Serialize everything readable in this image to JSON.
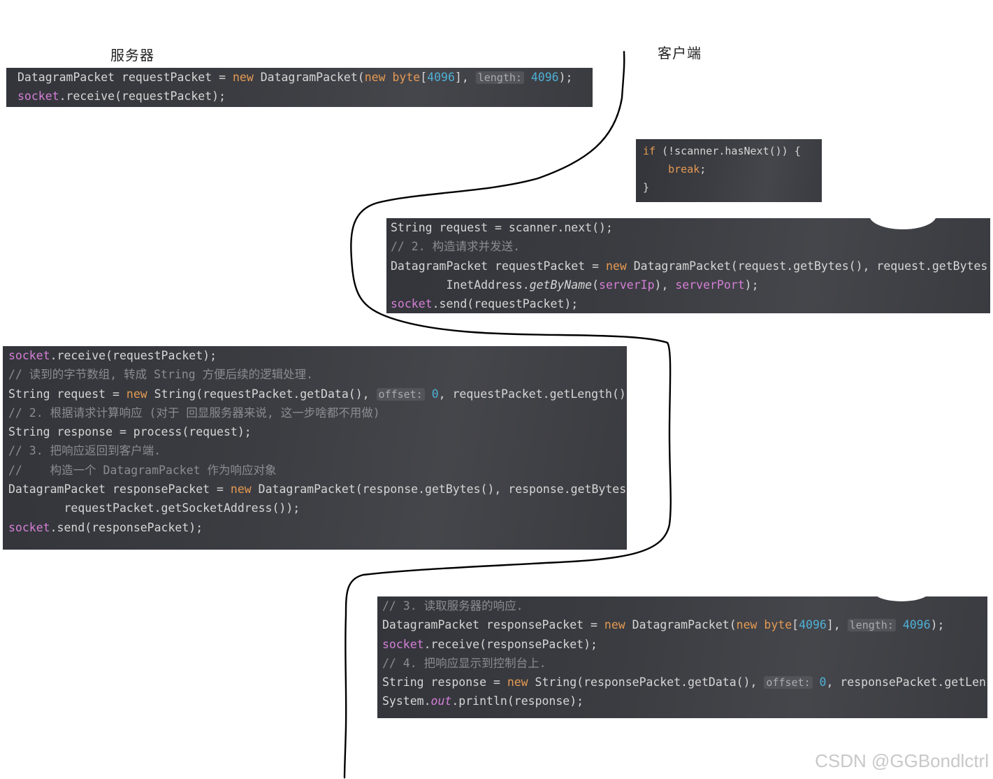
{
  "labels": {
    "server": "服务器",
    "client": "客户端"
  },
  "blocks": {
    "server_receive": [
      [
        [
          "",
          "DatagramPacket requestPacket = "
        ],
        [
          "kw",
          "new"
        ],
        [
          "",
          " DatagramPacket("
        ],
        [
          "kw",
          "new"
        ],
        [
          "",
          " "
        ],
        [
          "kw",
          "byte"
        ],
        [
          "",
          "["
        ],
        [
          "num",
          "4096"
        ],
        [
          "",
          "], "
        ],
        [
          "hint",
          "length:"
        ],
        [
          "",
          " "
        ],
        [
          "num",
          "4096"
        ],
        [
          "",
          ");"
        ]
      ],
      [
        [
          "fld",
          "socket"
        ],
        [
          "",
          ".receive(requestPacket);"
        ]
      ]
    ],
    "client_check": [
      [
        [
          "kw",
          "if"
        ],
        [
          "",
          " (!scanner.hasNext()) {"
        ]
      ],
      [
        [
          "",
          "    "
        ],
        [
          "kw",
          "break"
        ],
        [
          "",
          ";"
        ]
      ],
      [
        [
          "",
          "}"
        ]
      ]
    ],
    "client_send": [
      [
        [
          "",
          "String request = scanner.next();"
        ]
      ],
      [
        [
          "cm",
          "// 2. 构造请求并发送."
        ]
      ],
      [
        [
          "",
          "DatagramPacket requestPacket = "
        ],
        [
          "kw",
          "new"
        ],
        [
          "",
          " DatagramPacket(request.getBytes(), request.getBytes"
        ]
      ],
      [
        [
          "",
          "        InetAddress."
        ],
        [
          "it",
          "getByName"
        ],
        [
          "",
          "("
        ],
        [
          "fld",
          "serverIp"
        ],
        [
          "",
          "), "
        ],
        [
          "fld",
          "serverPort"
        ],
        [
          "",
          ");"
        ]
      ],
      [
        [
          "fld",
          "socket"
        ],
        [
          "",
          ".send(requestPacket);"
        ]
      ]
    ],
    "server_process": [
      [
        [
          "fld",
          "socket"
        ],
        [
          "",
          ".receive(requestPacket);"
        ]
      ],
      [
        [
          "cm",
          "// 读到的字节数组, 转成 String 方便后续的逻辑处理."
        ]
      ],
      [
        [
          "",
          "String request = "
        ],
        [
          "kw",
          "new"
        ],
        [
          "",
          " String(requestPacket.getData(), "
        ],
        [
          "hint",
          "offset:"
        ],
        [
          "",
          " "
        ],
        [
          "num",
          "0"
        ],
        [
          "",
          ", requestPacket.getLength()"
        ]
      ],
      [
        [
          "cm",
          "// 2. 根据请求计算响应 (对于 回显服务器来说, 这一步啥都不用做)"
        ]
      ],
      [
        [
          "",
          "String response = process(request);"
        ]
      ],
      [
        [
          "cm",
          "// 3. 把响应返回到客户端."
        ]
      ],
      [
        [
          "cm",
          "//    构造一个 DatagramPacket 作为响应对象"
        ]
      ],
      [
        [
          "",
          "DatagramPacket responsePacket = "
        ],
        [
          "kw",
          "new"
        ],
        [
          "",
          " DatagramPacket(response.getBytes(), response.getBytes"
        ]
      ],
      [
        [
          "",
          "        requestPacket.getSocketAddress());"
        ]
      ],
      [
        [
          "fld",
          "socket"
        ],
        [
          "",
          ".send(responsePacket);"
        ]
      ]
    ],
    "client_receive": [
      [
        [
          "cm",
          "// 3. 读取服务器的响应."
        ]
      ],
      [
        [
          "",
          "DatagramPacket responsePacket = "
        ],
        [
          "kw",
          "new"
        ],
        [
          "",
          " DatagramPacket("
        ],
        [
          "kw",
          "new"
        ],
        [
          "",
          " "
        ],
        [
          "kw",
          "byte"
        ],
        [
          "",
          "["
        ],
        [
          "num",
          "4096"
        ],
        [
          "",
          "], "
        ],
        [
          "hint",
          "length:"
        ],
        [
          "",
          " "
        ],
        [
          "num",
          "4096"
        ],
        [
          "",
          ");"
        ]
      ],
      [
        [
          "fld",
          "socket"
        ],
        [
          "",
          ".receive(responsePacket);"
        ]
      ],
      [
        [
          "cm",
          "// 4. 把响应显示到控制台上."
        ]
      ],
      [
        [
          "",
          "String response = "
        ],
        [
          "kw",
          "new"
        ],
        [
          "",
          " String(responsePacket.getData(), "
        ],
        [
          "hint",
          "offset:"
        ],
        [
          "",
          " "
        ],
        [
          "num",
          "0"
        ],
        [
          "",
          ", responsePacket.getLen"
        ]
      ],
      [
        [
          "",
          "System."
        ],
        [
          "fld it",
          "out"
        ],
        [
          "",
          ".println(response);"
        ]
      ]
    ]
  },
  "watermark": "CSDN @GGBondlctrl"
}
